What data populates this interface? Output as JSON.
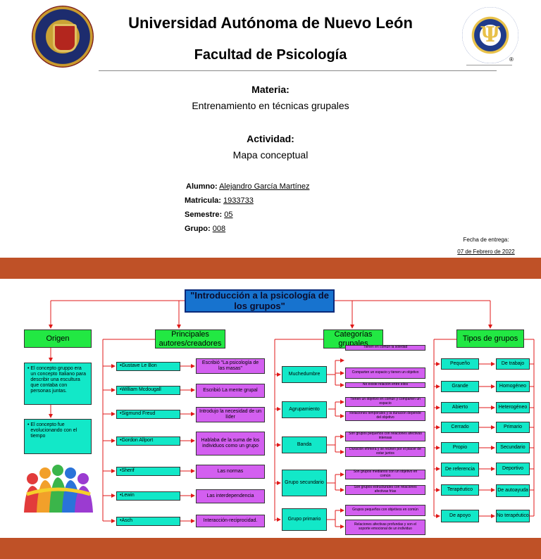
{
  "header": {
    "university": "Universidad Autónoma de Nuevo León",
    "faculty": "Facultad de Psicología",
    "registered_mark": "®",
    "materia_label": "Materia:",
    "materia_value": "Entrenamiento en técnicas grupales",
    "actividad_label": "Actividad:",
    "actividad_value": "Mapa conceptual",
    "alumno_label": "Alumno:",
    "alumno_value": "Alejandro García Martínez",
    "matricula_label": "Matricula:",
    "matricula_value": "1933733",
    "semestre_label": "Semestre:",
    "semestre_value": "05",
    "grupo_label": "Grupo:",
    "grupo_value": "008",
    "fecha_label": "Fecha de entrega:",
    "fecha_value": "07 de Febrero de 2022"
  },
  "colors": {
    "band": "#bf5127",
    "green": "#22e843",
    "teal": "#12e8c8",
    "purple": "#d35ff0",
    "title_blue": "#1773cf",
    "connector": "#e01818"
  },
  "map": {
    "title": "\"Introducción a la psicología de los grupos\"",
    "origen": {
      "heading": "Origen",
      "items": [
        "El concepto gruppo era un concepto Italiano para describir una escultura que contaba con personas juntas.",
        "El concepto fue evolucionando con el tiempo"
      ]
    },
    "autores": {
      "heading": "Principales autores/creadores",
      "names": [
        "Gustave Le Bon",
        "William Mcdougall",
        "Sigmund Freud",
        "Gordon Allport",
        "Sherif",
        "Lewin",
        "Asch"
      ],
      "details": [
        "Escribió \"La psicología de las masas\"",
        "Escribió La mente grupal",
        "Introdujo la necesidad de un líder",
        "Hablaba de la suma de los individuos como un grupo",
        "Las normas",
        "Las interdependencia",
        "Interacción-reciprocidad."
      ]
    },
    "categorias": {
      "heading": "Categorías grupales",
      "items": [
        {
          "name": "Muchedumbre",
          "details": [
            "Tienen en común la soledad",
            "Comparten un espacio y tienen un objetivo",
            "No existe relación entre ellos"
          ]
        },
        {
          "name": "Agrupamiento",
          "details": [
            "Tienen un objetivo en común y comparten un espacio",
            "Relaciones temporales y la duración depende del objetivo"
          ]
        },
        {
          "name": "Banda",
          "details": [
            "Son grupos pequeños con relaciones afectivas intensas",
            "Duración efímera y se reúnen por el placer de estar juntos"
          ]
        },
        {
          "name": "Grupo secundario",
          "details": [
            "Son grupos medianos con un objetivo en común",
            "Son grupos estructurales con relaciones afectivas frías"
          ]
        },
        {
          "name": "Grupo primario",
          "details": [
            "Grupos pequeños con objetivos en común",
            "Relaciones afectivas profundas y son el soporte emocional de un individuo"
          ]
        }
      ]
    },
    "tipos": {
      "heading": "Tipos de grupos",
      "left": [
        "Pequeño",
        "Grande",
        "Abierto",
        "Cerrado",
        "Propio",
        "De referencia",
        "Terapéutico",
        "De apoyo"
      ],
      "right": [
        "De trabajo",
        "Homogéneo",
        "Heterogéneo",
        "Primario",
        "Secundario",
        "Deportivo",
        "De autoayuda",
        "No terapéutico"
      ]
    }
  }
}
